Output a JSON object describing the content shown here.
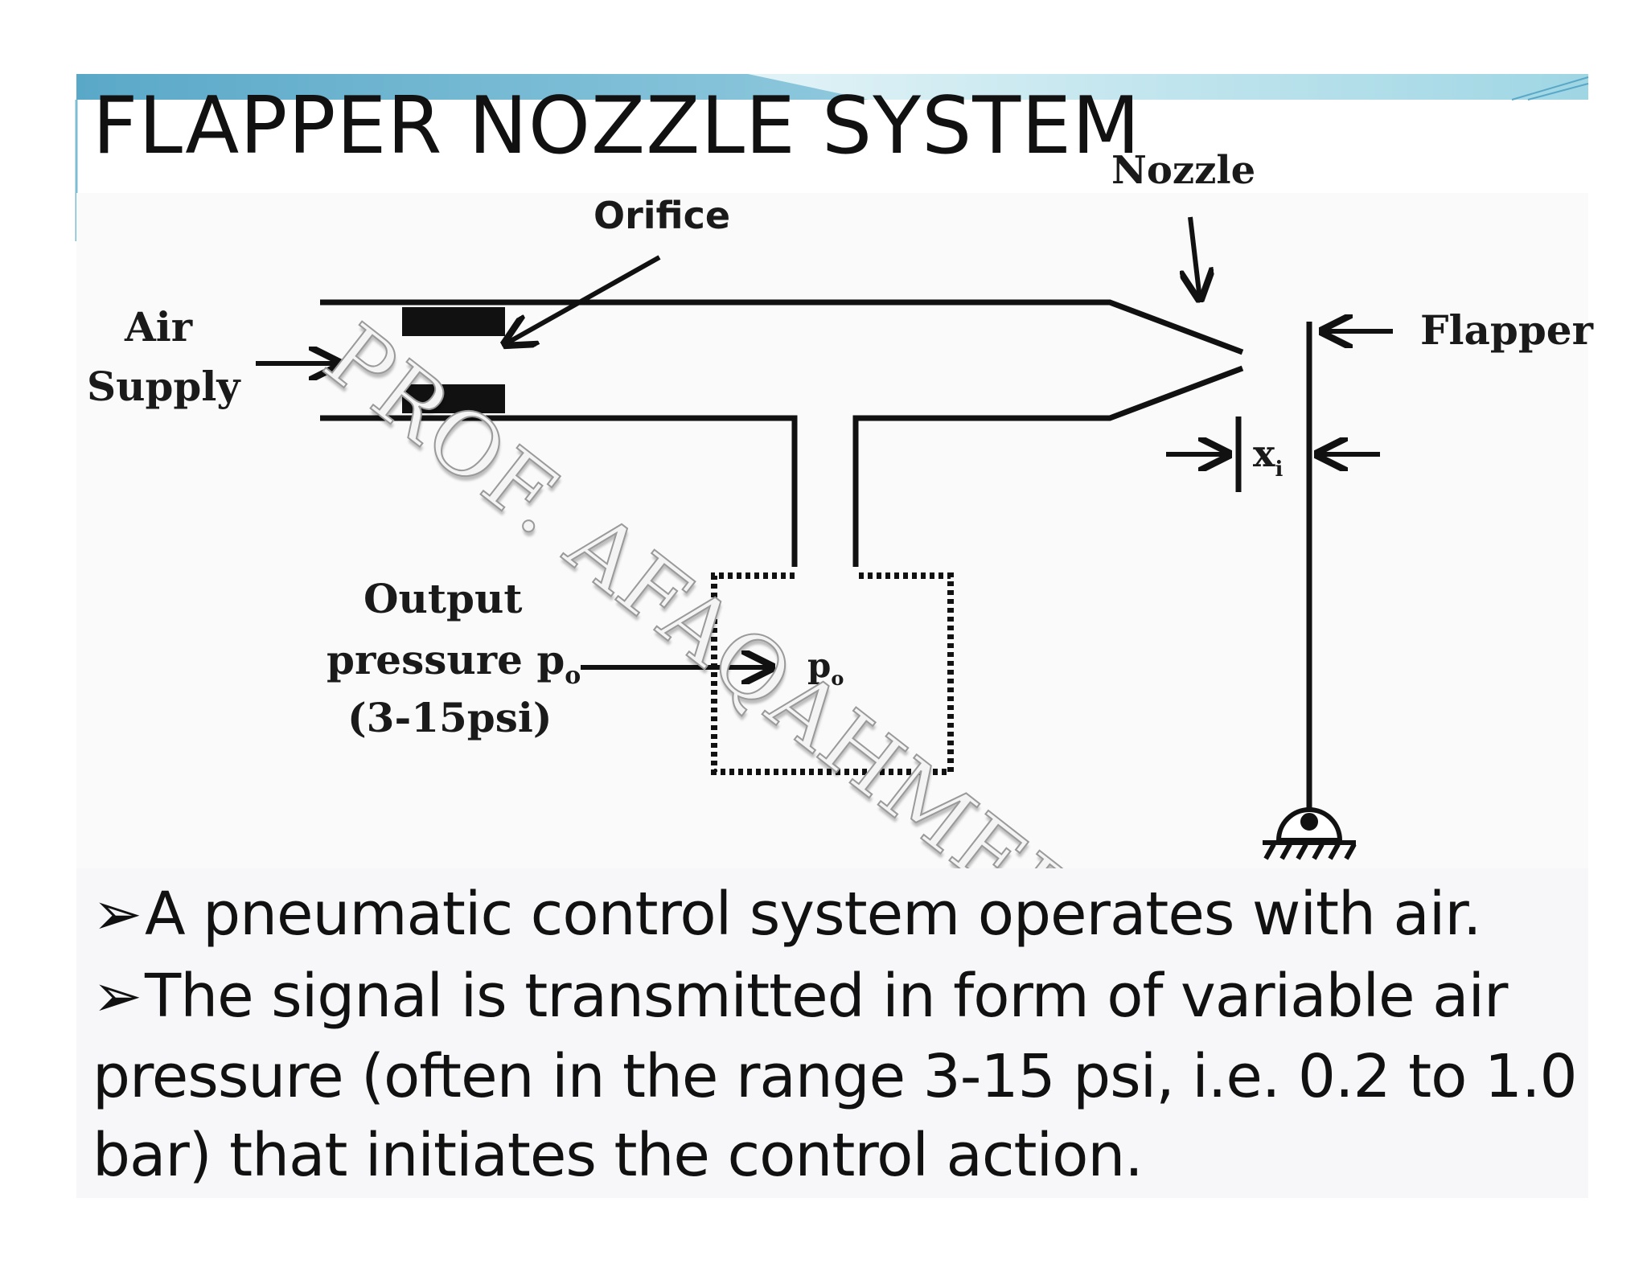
{
  "slide": {
    "title": "FLAPPER NOZZLE SYSTEM",
    "colors": {
      "banner_blue": "#6fb3cf",
      "banner_light": "#c6e6ef",
      "text": "#111111"
    }
  },
  "diagram": {
    "labels": {
      "nozzle": "Nozzle",
      "orifice": "Orifice",
      "air": "Air",
      "supply": "Supply",
      "flapper": "Flapper",
      "x": "x",
      "x_sub": "i",
      "output": "Output",
      "pressure": "pressure p",
      "pressure_sub": "o",
      "range": "(3-15psi)",
      "p_inside": "p",
      "p_inside_sub": "o"
    },
    "watermark": "PROF. AFAQAHMED"
  },
  "bullets": {
    "marker": "➢",
    "line1": "A pneumatic control system operates with air.",
    "line2": "The signal is transmitted in form of variable air",
    "line3": "pressure (often in the range 3-15 psi, i.e. 0.2 to 1.0",
    "line4": "bar) that initiates the control action."
  }
}
